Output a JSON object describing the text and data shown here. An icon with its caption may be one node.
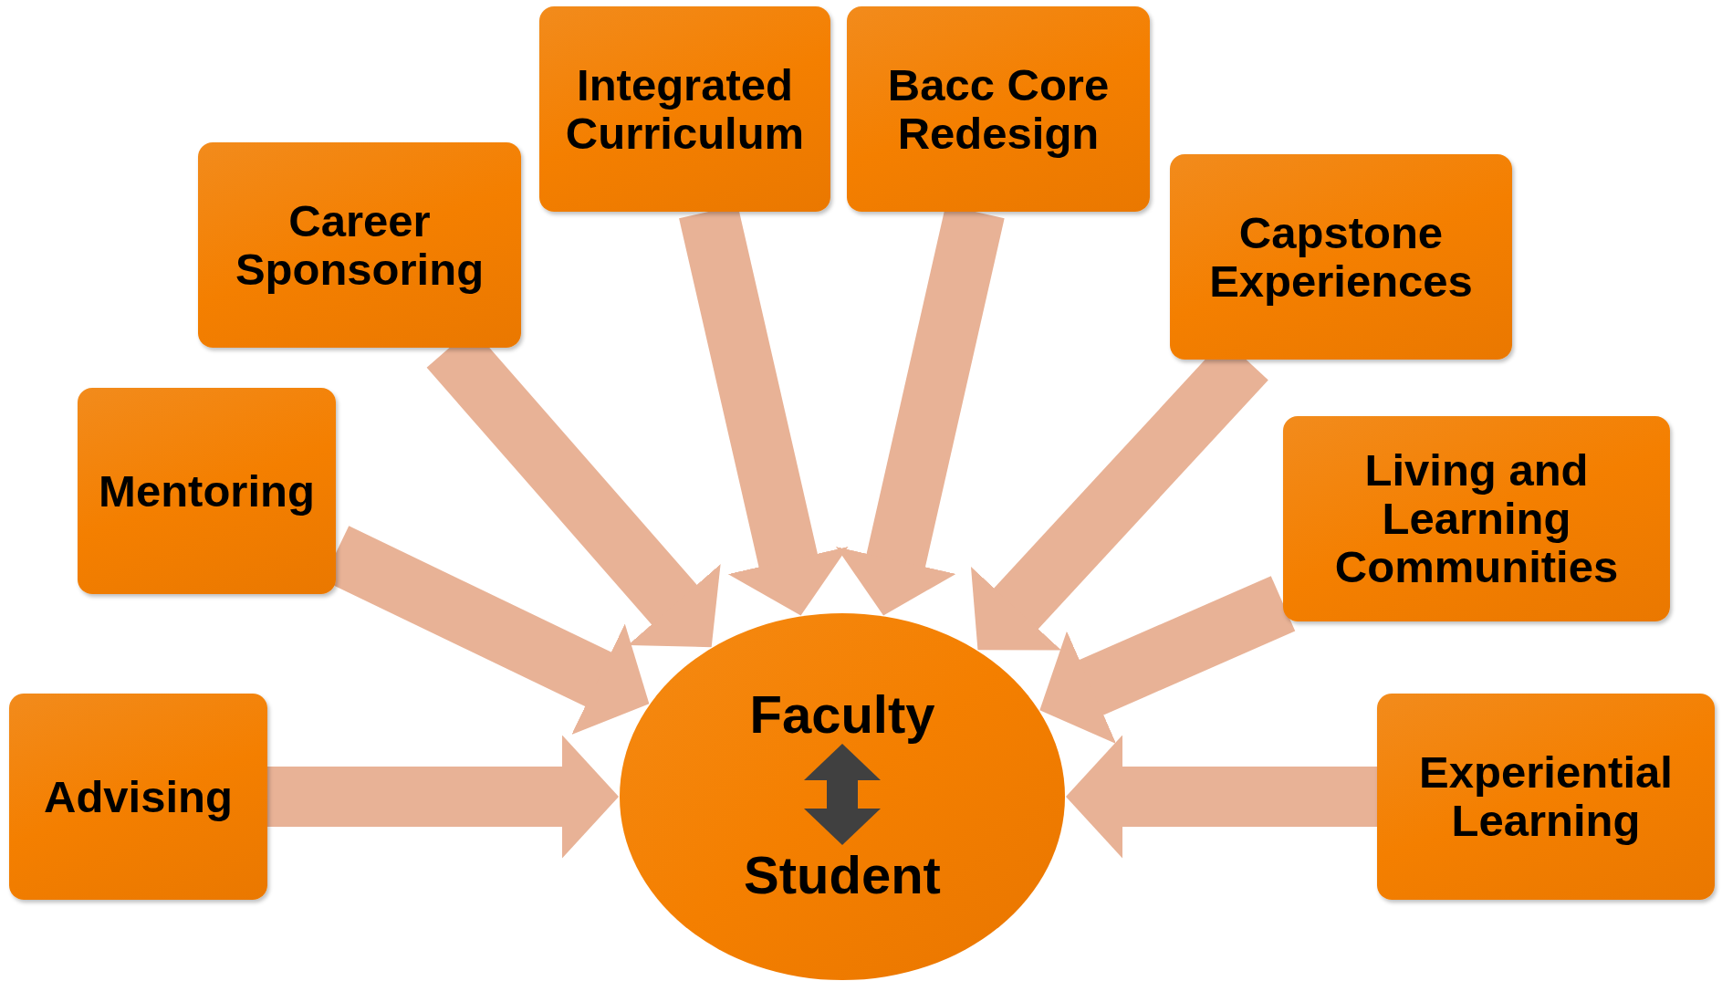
{
  "diagram": {
    "nodes": [
      {
        "text": [
          "Advising"
        ]
      },
      {
        "text": [
          "Mentoring"
        ]
      },
      {
        "text": [
          "Career Sponsoring"
        ]
      },
      {
        "text": [
          "Integrated Curriculum"
        ]
      },
      {
        "text": [
          "Bacc Core Redesign"
        ]
      },
      {
        "text": [
          "Capstone Experiences"
        ]
      },
      {
        "text": [
          "Living and Learning Communities"
        ]
      },
      {
        "text": [
          "Experiential Learning"
        ]
      },
      {
        "text": [],
        "shape": "circle"
      },
      {
        "text": [
          "Faculty"
        ],
        "in": 8
      },
      {
        "text": [
          "Student"
        ],
        "in": 8
      }
    ],
    "edges": [
      {
        "from": 0,
        "to": 8,
        "arrow": "to"
      },
      {
        "from": 1,
        "to": 8,
        "arrow": "to"
      },
      {
        "from": 2,
        "to": 8,
        "arrow": "to"
      },
      {
        "from": 3,
        "to": 8,
        "arrow": "to"
      },
      {
        "from": 4,
        "to": 8,
        "arrow": "to"
      },
      {
        "from": 5,
        "to": 8,
        "arrow": "to"
      },
      {
        "from": 6,
        "to": 8,
        "arrow": "to"
      },
      {
        "from": 7,
        "to": 8,
        "arrow": "to"
      },
      {
        "from": 9,
        "to": 10,
        "arrow": "both",
        "color": "#404040"
      }
    ]
  }
}
